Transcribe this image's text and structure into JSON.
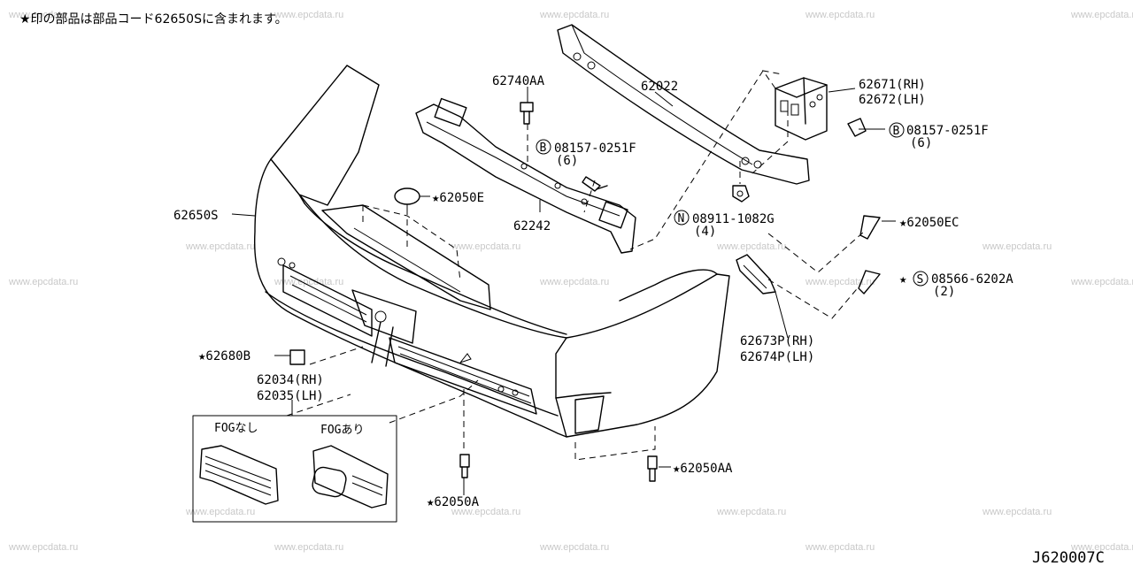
{
  "note": "★印の部品は部品コード62650Sに含まれます。",
  "drawing_code": "J620007C",
  "watermark": "www.epcdata.ru",
  "labels": {
    "p62740AA": "62740AA",
    "p62022": "62022",
    "p62671": "62671(RH)",
    "p62672": "62672(LH)",
    "b08157_right": "08157-0251F",
    "b08157_right_qty": "(6)",
    "b08157_mid": "08157-0251F",
    "b08157_mid_qty": "(6)",
    "p62050E": "★62050E",
    "p62650S": "62650S",
    "p62242": "62242",
    "n08911": "08911-1082G",
    "n08911_qty": "(4)",
    "p62050EC": "★62050EC",
    "s08566": "08566-6202A",
    "s08566_star": "★",
    "s08566_qty": "(2)",
    "p62673P": "62673P(RH)",
    "p62674P": "62674P(LH)",
    "p62680B": "★62680B",
    "p62034": "62034(RH)",
    "p62035": "62035(LH)",
    "fog_without": "FOGなし",
    "fog_with": "FOGあり",
    "p62050A": "★62050A",
    "p62050AA": "★62050AA"
  },
  "symbols": {
    "bolt": "B",
    "nut": "N",
    "screw": "S"
  }
}
